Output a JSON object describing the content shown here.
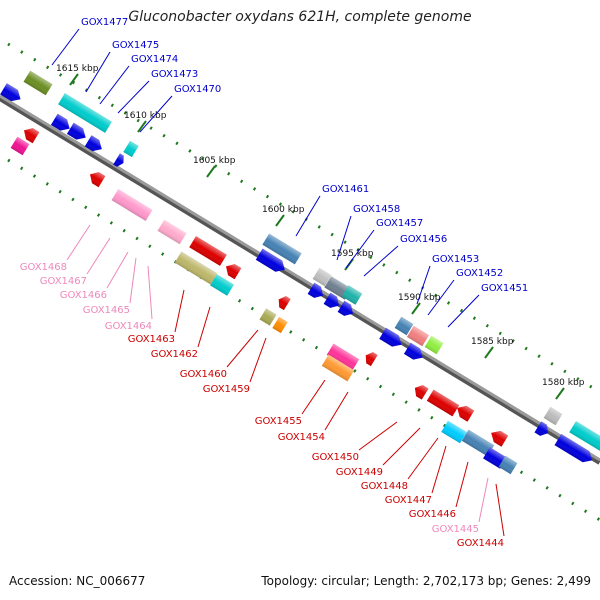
{
  "title": "Gluconobacter oxydans 621H, complete genome",
  "accession": "Accession: NC_006677",
  "summary": "Topology: circular; Length: 2,702,173 bp; Genes: 2,499",
  "colors": {
    "backbone": "#8a8a8a",
    "tick": "#1f7a1f",
    "label_forward": "#0000cc",
    "label_reverse": "#cc0000",
    "label_pseudo": "#ee88bb"
  },
  "ticks": [
    "1615 kbp",
    "1610 kbp",
    "1605 kbp",
    "1600 kbp",
    "1595 kbp",
    "1590 kbp",
    "1585 kbp",
    "1580 kbp"
  ],
  "labels_top": [
    "GOX1477",
    "GOX1475",
    "GOX1474",
    "GOX1473",
    "GOX1470",
    "GOX1461",
    "GOX1458",
    "GOX1457",
    "GOX1456",
    "GOX1453",
    "GOX1452",
    "GOX1451"
  ],
  "labels_bottom_pink": [
    "GOX1468",
    "GOX1467",
    "GOX1466",
    "GOX1465",
    "GOX1464",
    "GOX1445"
  ],
  "labels_bottom_red": [
    "GOX1463",
    "GOX1462",
    "GOX1460",
    "GOX1459",
    "GOX1455",
    "GOX1454",
    "GOX1450",
    "GOX1449",
    "GOX1448",
    "GOX1447",
    "GOX1446",
    "GOX1444"
  ]
}
